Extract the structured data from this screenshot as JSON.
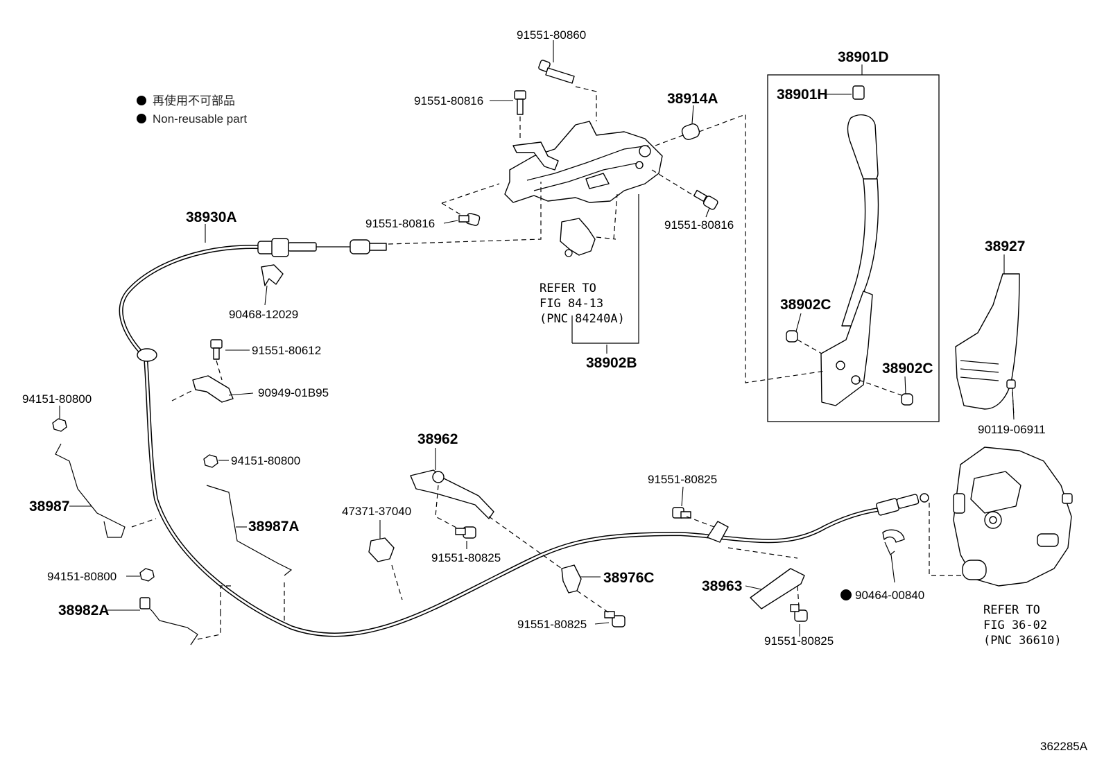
{
  "legend": {
    "jp": "再使用不可部品",
    "en": "Non-reusable part"
  },
  "part_labels": {
    "p91551_80860": "91551-80860",
    "p91551_80816_a": "91551-80816",
    "p38914A": "38914A",
    "p38901D": "38901D",
    "p38901H": "38901H",
    "p91551_80816_b": "91551-80816",
    "p91551_80816_c": "91551-80816",
    "p38930A": "38930A",
    "p90468_12029": "90468-12029",
    "p38902B": "38902B",
    "p38902C_a": "38902C",
    "p38902C_b": "38902C",
    "p38927": "38927",
    "p90119_06911": "90119-06911",
    "p91551_80612": "91551-80612",
    "p90949_01B95": "90949-01B95",
    "p94151_80800_a": "94151-80800",
    "p94151_80800_b": "94151-80800",
    "p94151_80800_c": "94151-80800",
    "p38987": "38987",
    "p38987A": "38987A",
    "p38982A": "38982A",
    "p38962": "38962",
    "p47371_37040": "47371-37040",
    "p91551_80825_a": "91551-80825",
    "p91551_80825_b": "91551-80825",
    "p91551_80825_c": "91551-80825",
    "p91551_80825_d": "91551-80825",
    "p38976C": "38976C",
    "p38963": "38963",
    "p90464_00840": "90464-00840"
  },
  "refer_notes": {
    "upper": [
      "REFER TO",
      "FIG 84-13",
      "(PNC 84240A)"
    ],
    "lower": [
      "REFER TO",
      "FIG 36-02",
      "(PNC 36610)"
    ]
  },
  "figure_id": "362285A"
}
